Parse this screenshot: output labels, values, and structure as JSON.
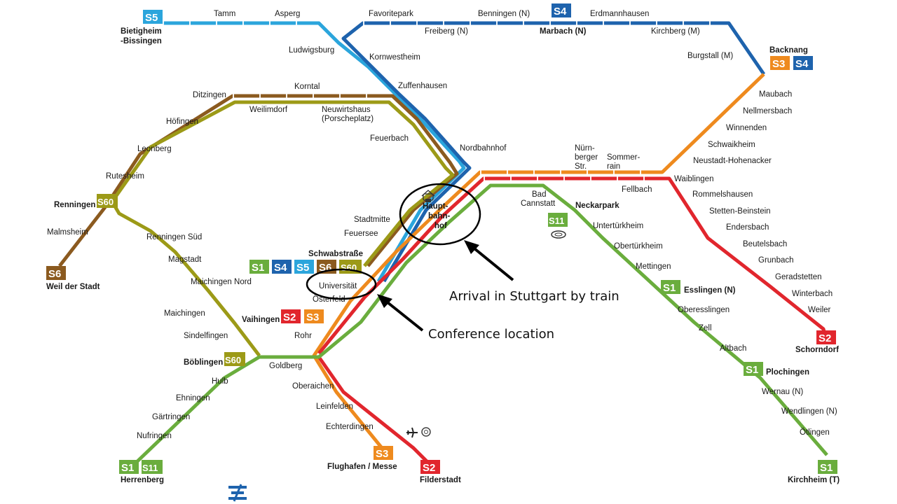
{
  "lines": [
    {
      "id": "S1",
      "color": "#6aad3d"
    },
    {
      "id": "S2",
      "color": "#e1262d"
    },
    {
      "id": "S3",
      "color": "#ee8a1e"
    },
    {
      "id": "S4",
      "color": "#1e63ad"
    },
    {
      "id": "S5",
      "color": "#2ba5dc"
    },
    {
      "id": "S6",
      "color": "#8b5a1f"
    },
    {
      "id": "S60",
      "color": "#9c9a17"
    },
    {
      "id": "S11",
      "color": "#6aad3d"
    }
  ],
  "stations": {
    "tamm": "Tamm",
    "asperg": "Asperg",
    "bietigheim_1": "Bietigheim",
    "bietigheim_2": "-Bissingen",
    "ludwigsburg": "Ludwigsburg",
    "kornwestheim": "Kornwestheim",
    "zuffenhausen": "Zuffenhausen",
    "feuerbach": "Feuerbach",
    "nordbahnhof": "Nordbahnhof",
    "favoritepark": "Favoritepark",
    "freiberg": "Freiberg (N)",
    "benningen": "Benningen (N)",
    "marbach": "Marbach (N)",
    "erdmannhausen": "Erdmannhausen",
    "kirchberg": "Kirchberg (M)",
    "burgstall": "Burgstall (M)",
    "backnang": "Backnang",
    "maubach": "Maubach",
    "nellmersbach": "Nellmersbach",
    "winnenden": "Winnenden",
    "schwaikheim": "Schwaikheim",
    "neustadt": "Neustadt-Hohenacker",
    "waiblingen": "Waiblingen",
    "fellbach": "Fellbach",
    "nuernberger_1": "Nürn-",
    "nuernberger_2": "berger",
    "nuernberger_3": "Str.",
    "sommerrain_1": "Sommer-",
    "sommerrain_2": "rain",
    "rommelshausen": "Rommelshausen",
    "stetten": "Stetten-Beinstein",
    "endersbach": "Endersbach",
    "beutelsbach": "Beutelsbach",
    "grunbach": "Grunbach",
    "geradstetten": "Geradstetten",
    "winterbach": "Winterbach",
    "weiler": "Weiler",
    "schorndorf": "Schorndorf",
    "ditzingen": "Ditzingen",
    "korntal": "Korntal",
    "weilimdorf": "Weilimdorf",
    "neuwirtshaus_1": "Neuwirtshaus",
    "neuwirtshaus_2": "(Porscheplatz)",
    "hoefingen": "Höfingen",
    "leonberg": "Leonberg",
    "rutesheim": "Rutesheim",
    "renningen": "Renningen",
    "malmsheim": "Malmsheim",
    "weil_der_stadt": "Weil der Stadt",
    "renningen_sued": "Renningen Süd",
    "magstadt": "Magstadt",
    "maichingen_nord": "Maichingen Nord",
    "maichingen": "Maichingen",
    "sindelfingen": "Sindelfingen",
    "boeblingen": "Böblingen",
    "hulb": "Hulb",
    "ehningen": "Ehningen",
    "gaertringen": "Gärtringen",
    "nufringen": "Nufringen",
    "herrenberg": "Herrenberg",
    "goldberg": "Goldberg",
    "hbf_1": "Haupt-",
    "hbf_2": "bahn-",
    "hbf_3": "hof",
    "stadtmitte": "Stadtmitte",
    "feuersee": "Feuersee",
    "schwabstrasse": "Schwabstraße",
    "universitaet": "Universität",
    "oesterfeld": "Österfeld",
    "vaihingen": "Vaihingen",
    "rohr": "Rohr",
    "oberaichen": "Oberaichen",
    "leinfelden": "Leinfelden",
    "echterdingen": "Echterdingen",
    "flughafen": "Flughafen / Messe",
    "filderstadt": "Filderstadt",
    "bad_cannstatt_1": "Bad",
    "bad_cannstatt_2": "Cannstatt",
    "neckarpark": "Neckarpark",
    "untertuerkheim": "Untertürkheim",
    "obertuerkheim": "Obertürkheim",
    "mettingen": "Mettingen",
    "esslingen": "Esslingen (N)",
    "oberesslingen": "Oberesslingen",
    "zell": "Zell",
    "altbach": "Altbach",
    "plochingen": "Plochingen",
    "wernau": "Wernau (N)",
    "wendlingen": "Wendlingen (N)",
    "oetlingen": "Ötlingen",
    "kirchheim": "Kirchheim (T)"
  },
  "annotations": {
    "arrival": "Arrival in Stuttgart by train",
    "conference": "Conference location"
  }
}
